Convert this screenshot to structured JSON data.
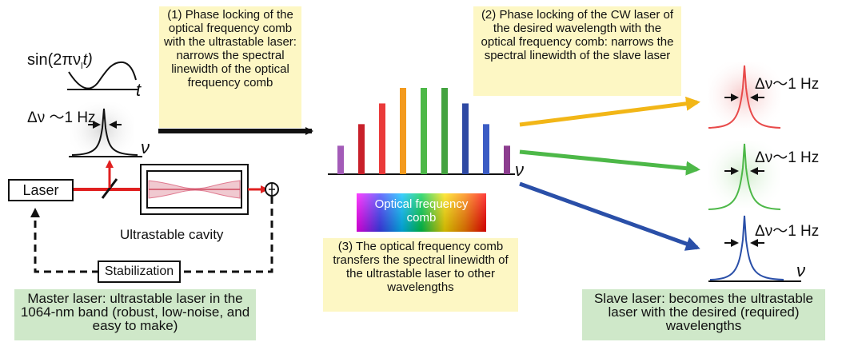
{
  "notes": {
    "step1": "(1) Phase locking of the optical frequency comb with the ultrastable laser: narrows the spectral linewidth of the optical frequency comb",
    "step2": "(2) Phase locking of the CW laser of the desired wavelength with the optical frequency comb: narrows the spectral linewidth of the slave laser",
    "step3": "(3) The optical frequency comb transfers the spectral linewidth of the ultrastable laser to other wavelengths"
  },
  "left": {
    "sine_label": "sin(2πν",
    "sine_sub": "l",
    "sine_tail": "t)",
    "t_axis": "t",
    "linewidth": "Δν ～1 Hz",
    "nu_axis": "ν",
    "laser_box": "Laser",
    "cavity_label": "Ultrastable cavity",
    "stabilization_box": "Stabilization",
    "master_caption": "Master laser: ultrastable laser in the 1064-nm band (robust, low-noise, and easy to make)"
  },
  "comb": {
    "nu_axis": "ν",
    "label": "Optical frequency comb",
    "lines": [
      {
        "color": "#a35bb8",
        "height": 0.33
      },
      {
        "color": "#c8202a",
        "height": 0.58
      },
      {
        "color": "#ea3a3a",
        "height": 0.82
      },
      {
        "color": "#f39a1e",
        "height": 1.0
      },
      {
        "color": "#4db848",
        "height": 1.0
      },
      {
        "color": "#44a340",
        "height": 1.0
      },
      {
        "color": "#2e49a3",
        "height": 0.82
      },
      {
        "color": "#3b5cc4",
        "height": 0.58
      },
      {
        "color": "#8c3d8f",
        "height": 0.33
      }
    ]
  },
  "right": {
    "linewidth_1": "Δν～1 Hz",
    "linewidth_2": "Δν～1 Hz",
    "linewidth_3": "Δν～1 Hz",
    "nu_axis": "ν",
    "slave_caption": "Slave laser: becomes the ultrastable laser with the desired (required) wavelengths",
    "colors": {
      "red": "#e84a4a",
      "green": "#4db848",
      "blue": "#2a4fa8",
      "yellow": "#f2b617"
    }
  }
}
